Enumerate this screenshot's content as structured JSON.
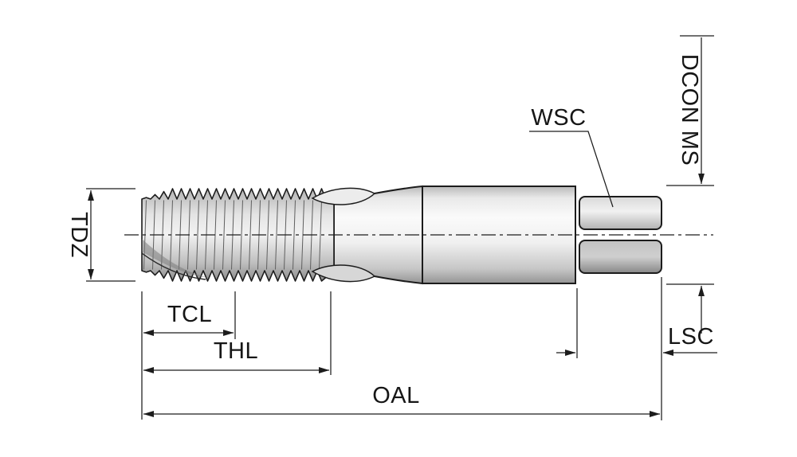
{
  "labels": {
    "tdz": "TDZ",
    "tcl": "TCL",
    "thl": "THL",
    "oal": "OAL",
    "wsc": "WSC",
    "dcon_ms": "DCON MS",
    "lsc": "LSC"
  },
  "colors": {
    "line": "#1c1c1c",
    "background": "#ffffff",
    "metal_light": "#f7f7f7",
    "metal_dark": "#8f8f8f"
  }
}
